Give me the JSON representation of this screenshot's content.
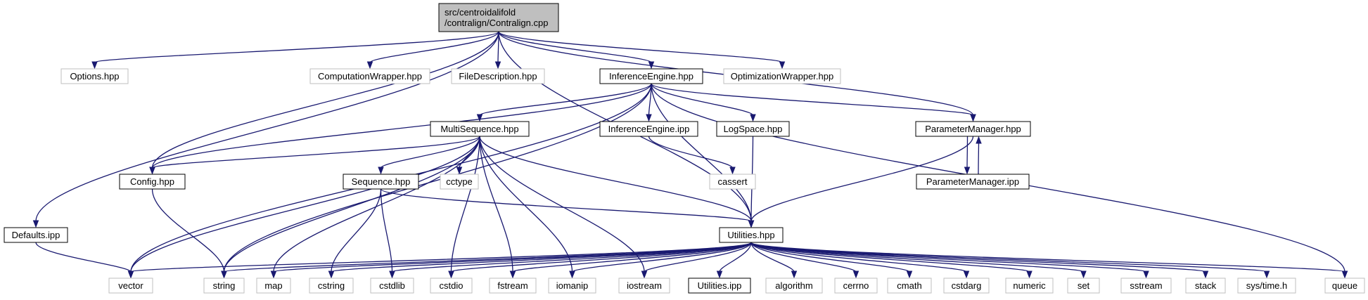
{
  "colors": {
    "edge": "#191970",
    "border_documented": "#000000",
    "border_external": "#bfbfbf",
    "root_fill": "#bfbfbf",
    "node_fill": "#ffffff"
  },
  "nodes": [
    {
      "id": "root",
      "lines": [
        "src/centroidalifold",
        "/contralign/Contralign.cpp"
      ],
      "style": "root"
    },
    {
      "id": "options",
      "lines": [
        "Options.hpp"
      ],
      "style": "external"
    },
    {
      "id": "computation",
      "lines": [
        "ComputationWrapper.hpp"
      ],
      "style": "external"
    },
    {
      "id": "filedesc",
      "lines": [
        "FileDescription.hpp"
      ],
      "style": "external"
    },
    {
      "id": "inference",
      "lines": [
        "InferenceEngine.hpp"
      ],
      "style": "documented"
    },
    {
      "id": "optimization",
      "lines": [
        "OptimizationWrapper.hpp"
      ],
      "style": "external"
    },
    {
      "id": "multiseq",
      "lines": [
        "MultiSequence.hpp"
      ],
      "style": "documented"
    },
    {
      "id": "inferenceipp",
      "lines": [
        "InferenceEngine.ipp"
      ],
      "style": "documented"
    },
    {
      "id": "logspace",
      "lines": [
        "LogSpace.hpp"
      ],
      "style": "documented"
    },
    {
      "id": "parammgr",
      "lines": [
        "ParameterManager.hpp"
      ],
      "style": "documented"
    },
    {
      "id": "config",
      "lines": [
        "Config.hpp"
      ],
      "style": "documented"
    },
    {
      "id": "sequence",
      "lines": [
        "Sequence.hpp"
      ],
      "style": "documented"
    },
    {
      "id": "cctype",
      "lines": [
        "cctype"
      ],
      "style": "external"
    },
    {
      "id": "cassert",
      "lines": [
        "cassert"
      ],
      "style": "external"
    },
    {
      "id": "parammgripp",
      "lines": [
        "ParameterManager.ipp"
      ],
      "style": "documented"
    },
    {
      "id": "defaults",
      "lines": [
        "Defaults.ipp"
      ],
      "style": "documented"
    },
    {
      "id": "utilities",
      "lines": [
        "Utilities.hpp"
      ],
      "style": "documented"
    },
    {
      "id": "vector",
      "lines": [
        "vector"
      ],
      "style": "external"
    },
    {
      "id": "string",
      "lines": [
        "string"
      ],
      "style": "external"
    },
    {
      "id": "map",
      "lines": [
        "map"
      ],
      "style": "external"
    },
    {
      "id": "cstring",
      "lines": [
        "cstring"
      ],
      "style": "external"
    },
    {
      "id": "cstdlib",
      "lines": [
        "cstdlib"
      ],
      "style": "external"
    },
    {
      "id": "cstdio",
      "lines": [
        "cstdio"
      ],
      "style": "external"
    },
    {
      "id": "fstream",
      "lines": [
        "fstream"
      ],
      "style": "external"
    },
    {
      "id": "iomanip",
      "lines": [
        "iomanip"
      ],
      "style": "external"
    },
    {
      "id": "iostream",
      "lines": [
        "iostream"
      ],
      "style": "external"
    },
    {
      "id": "utilitiesipp",
      "lines": [
        "Utilities.ipp"
      ],
      "style": "documented"
    },
    {
      "id": "algorithm",
      "lines": [
        "algorithm"
      ],
      "style": "external"
    },
    {
      "id": "cerrno",
      "lines": [
        "cerrno"
      ],
      "style": "external"
    },
    {
      "id": "cmath",
      "lines": [
        "cmath"
      ],
      "style": "external"
    },
    {
      "id": "cstdarg",
      "lines": [
        "cstdarg"
      ],
      "style": "external"
    },
    {
      "id": "numeric",
      "lines": [
        "numeric"
      ],
      "style": "external"
    },
    {
      "id": "set",
      "lines": [
        "set"
      ],
      "style": "external"
    },
    {
      "id": "sstream",
      "lines": [
        "sstream"
      ],
      "style": "external"
    },
    {
      "id": "stack",
      "lines": [
        "stack"
      ],
      "style": "external"
    },
    {
      "id": "systime",
      "lines": [
        "sys/time.h"
      ],
      "style": "external"
    },
    {
      "id": "queue",
      "lines": [
        "queue"
      ],
      "style": "external"
    }
  ],
  "edges": [
    [
      "root",
      "defaults"
    ],
    [
      "root",
      "options"
    ],
    [
      "root",
      "config"
    ],
    [
      "root",
      "computation"
    ],
    [
      "root",
      "filedesc"
    ],
    [
      "root",
      "inference"
    ],
    [
      "root",
      "optimization"
    ],
    [
      "root",
      "parammgr"
    ],
    [
      "root",
      "utilities"
    ],
    [
      "inference",
      "vector"
    ],
    [
      "inference",
      "config"
    ],
    [
      "inference",
      "string"
    ],
    [
      "inference",
      "multiseq"
    ],
    [
      "inference",
      "inferenceipp"
    ],
    [
      "inference",
      "logspace"
    ],
    [
      "inference",
      "utilities"
    ],
    [
      "inference",
      "parammgr"
    ],
    [
      "inference",
      "queue"
    ],
    [
      "multiseq",
      "config"
    ],
    [
      "multiseq",
      "vector"
    ],
    [
      "multiseq",
      "string"
    ],
    [
      "multiseq",
      "map"
    ],
    [
      "multiseq",
      "sequence"
    ],
    [
      "multiseq",
      "cctype"
    ],
    [
      "multiseq",
      "cstdio"
    ],
    [
      "multiseq",
      "fstream"
    ],
    [
      "multiseq",
      "iomanip"
    ],
    [
      "multiseq",
      "iostream"
    ],
    [
      "multiseq",
      "utilities"
    ],
    [
      "inferenceipp",
      "cassert"
    ],
    [
      "logspace",
      "utilities"
    ],
    [
      "parammgr",
      "parammgripp"
    ],
    [
      "parammgripp",
      "parammgr"
    ],
    [
      "parammgr",
      "utilities"
    ],
    [
      "config",
      "string"
    ],
    [
      "sequence",
      "cstring"
    ],
    [
      "sequence",
      "cstdlib"
    ],
    [
      "sequence",
      "utilities"
    ],
    [
      "defaults",
      "vector"
    ],
    [
      "utilities",
      "vector"
    ],
    [
      "utilities",
      "string"
    ],
    [
      "utilities",
      "map"
    ],
    [
      "utilities",
      "cstring"
    ],
    [
      "utilities",
      "cstdlib"
    ],
    [
      "utilities",
      "cstdio"
    ],
    [
      "utilities",
      "fstream"
    ],
    [
      "utilities",
      "iomanip"
    ],
    [
      "utilities",
      "iostream"
    ],
    [
      "utilities",
      "utilitiesipp"
    ],
    [
      "utilities",
      "algorithm"
    ],
    [
      "utilities",
      "cerrno"
    ],
    [
      "utilities",
      "cmath"
    ],
    [
      "utilities",
      "cstdarg"
    ],
    [
      "utilities",
      "numeric"
    ],
    [
      "utilities",
      "set"
    ],
    [
      "utilities",
      "sstream"
    ],
    [
      "utilities",
      "stack"
    ],
    [
      "utilities",
      "systime"
    ],
    [
      "utilities",
      "queue"
    ]
  ]
}
